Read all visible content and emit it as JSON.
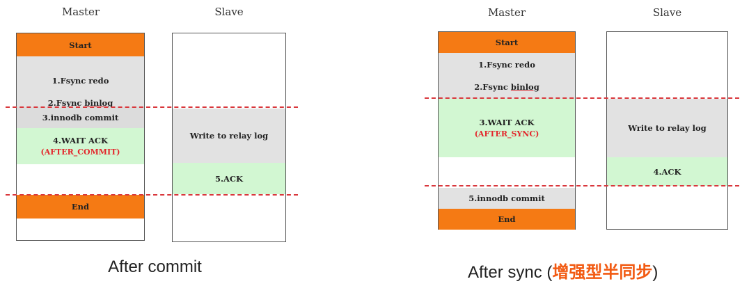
{
  "left": {
    "master_header": "Master",
    "slave_header": "Slave",
    "start": "Start",
    "step1": "1.Fsync redo",
    "step2_prefix": "2.Fsync ",
    "step2_word": "binlog",
    "step3": "3.innodb commit",
    "step4": "4.WAIT ACK",
    "step4_sub": "(AFTER_COMMIT)",
    "end": "End",
    "slave_write": "Write to relay log",
    "slave_ack": "5.ACK",
    "caption": "After commit"
  },
  "right": {
    "master_header": "Master",
    "slave_header": "Slave",
    "start": "Start",
    "step1": "1.Fsync redo",
    "step2_prefix": "2.Fsync ",
    "step2_word": "binlog",
    "step3": "3.WAIT ACK",
    "step3_sub": "(AFTER_SYNC)",
    "step5": "5.innodb commit",
    "end": "End",
    "slave_write": "Write to relay log",
    "slave_ack": "4.ACK",
    "caption_prefix": "After sync (",
    "caption_highlight": "增强型半同步",
    "caption_suffix": ")"
  },
  "colors": {
    "orange": "#f57a14",
    "grey": "#e2e2e2",
    "green": "#d2f7d2",
    "dash_red": "#d9373c",
    "caption_accent": "#f25a12"
  }
}
